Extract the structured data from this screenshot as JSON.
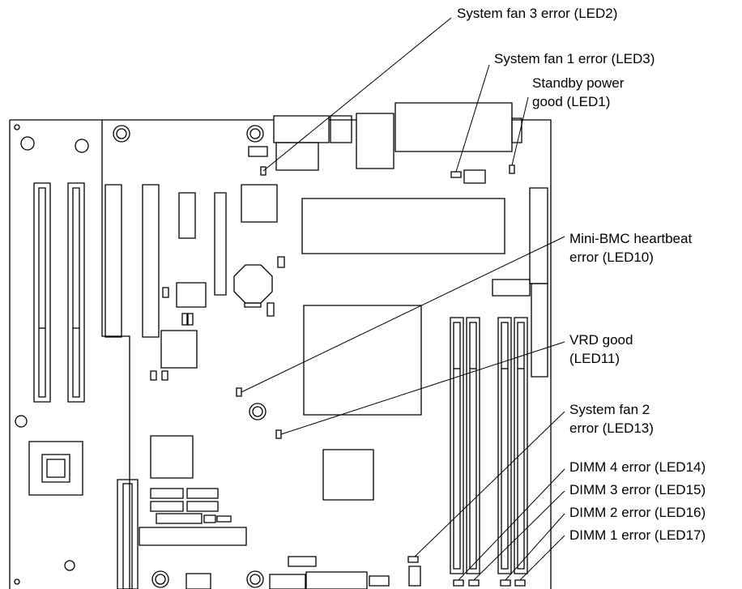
{
  "figure": {
    "stroke_color": "#000000",
    "background": "#ffffff"
  },
  "callouts": {
    "system_fan_3": "System fan 3 error (LED2)",
    "system_fan_1": "System fan 1 error (LED3)",
    "standby_power_line1": "Standby power",
    "standby_power_line2": "good (LED1)",
    "mini_bmc_line1": "Mini-BMC heartbeat",
    "mini_bmc_line2": "error (LED10)",
    "vrd_line1": "VRD good",
    "vrd_line2": "(LED11)",
    "system_fan_2_line1": "System fan 2",
    "system_fan_2_line2": "error (LED13)",
    "dimm4": "DIMM 4 error (LED14)",
    "dimm3": "DIMM 3 error (LED15)",
    "dimm2": "DIMM 2 error (LED16)",
    "dimm1": "DIMM 1 error (LED17)"
  }
}
